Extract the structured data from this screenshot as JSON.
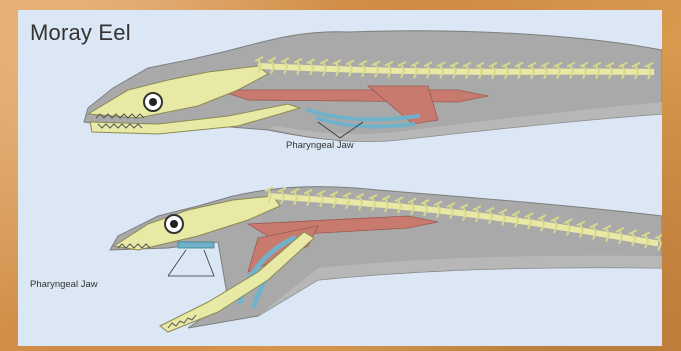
{
  "diagram": {
    "title": "Moray Eel",
    "labels": {
      "top_jaw": "Pharyngeal Jaw",
      "bottom_jaw": "Pharyngeal Jaw"
    }
  },
  "colors": {
    "background": "#d28e48",
    "panel": "#dbe7f4",
    "eel_body": "#a9a9a9",
    "skeleton": "#e9e9a6",
    "muscle": "#c97a6e",
    "pharyngeal_jaw": "#6fb2c9"
  }
}
